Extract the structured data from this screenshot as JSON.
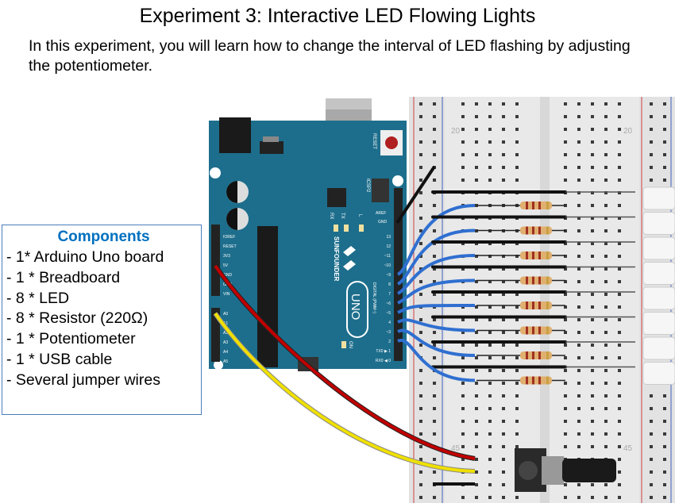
{
  "title": "Experiment 3:  Interactive LED Flowing Lights",
  "intro": "In this experiment, you will learn how to change the interval of LED flashing by adjusting the potentiometer.",
  "components": {
    "heading": "Components",
    "items": [
      "- 1* Arduino Uno board",
      "- 1 * Breadboard",
      "- 8 * LED",
      "- 8 * Resistor (220Ω)",
      "- 1 * Potentiometer",
      "- 1 * USB cable",
      "- Several jumper wires"
    ]
  },
  "board": {
    "brand": "SUNFOUNDER",
    "model": "UNO",
    "reset": "RESET",
    "icsp": "ICSP2",
    "aref": "AREF",
    "gnd": "GND",
    "digital_label": "DIGITAL (PWM~)",
    "on": "ON",
    "tx": "TX",
    "rx": "RX",
    "l": "L",
    "power_pins": [
      "IOREF",
      "RESET",
      "3V3",
      "5V",
      "GND",
      "GND",
      "VIN"
    ],
    "analog_pins": [
      "A0",
      "A1",
      "A2",
      "A3",
      "A4",
      "A5"
    ],
    "digital_pins": [
      "13",
      "12",
      "~11",
      "~10",
      "~9",
      "8",
      "7",
      "~6",
      "~5",
      "4",
      "~3",
      "2",
      "TX0 ▶ 1",
      "RX0 ◀ 0"
    ],
    "color": "#1d6e8c"
  },
  "breadboard": {
    "row_labels": [
      "20",
      "20",
      "45",
      "45"
    ]
  },
  "wire_colors": {
    "power": "#c00000",
    "signal": "#f0e000",
    "digital": "#2f6fd0",
    "ground": "#111111"
  }
}
